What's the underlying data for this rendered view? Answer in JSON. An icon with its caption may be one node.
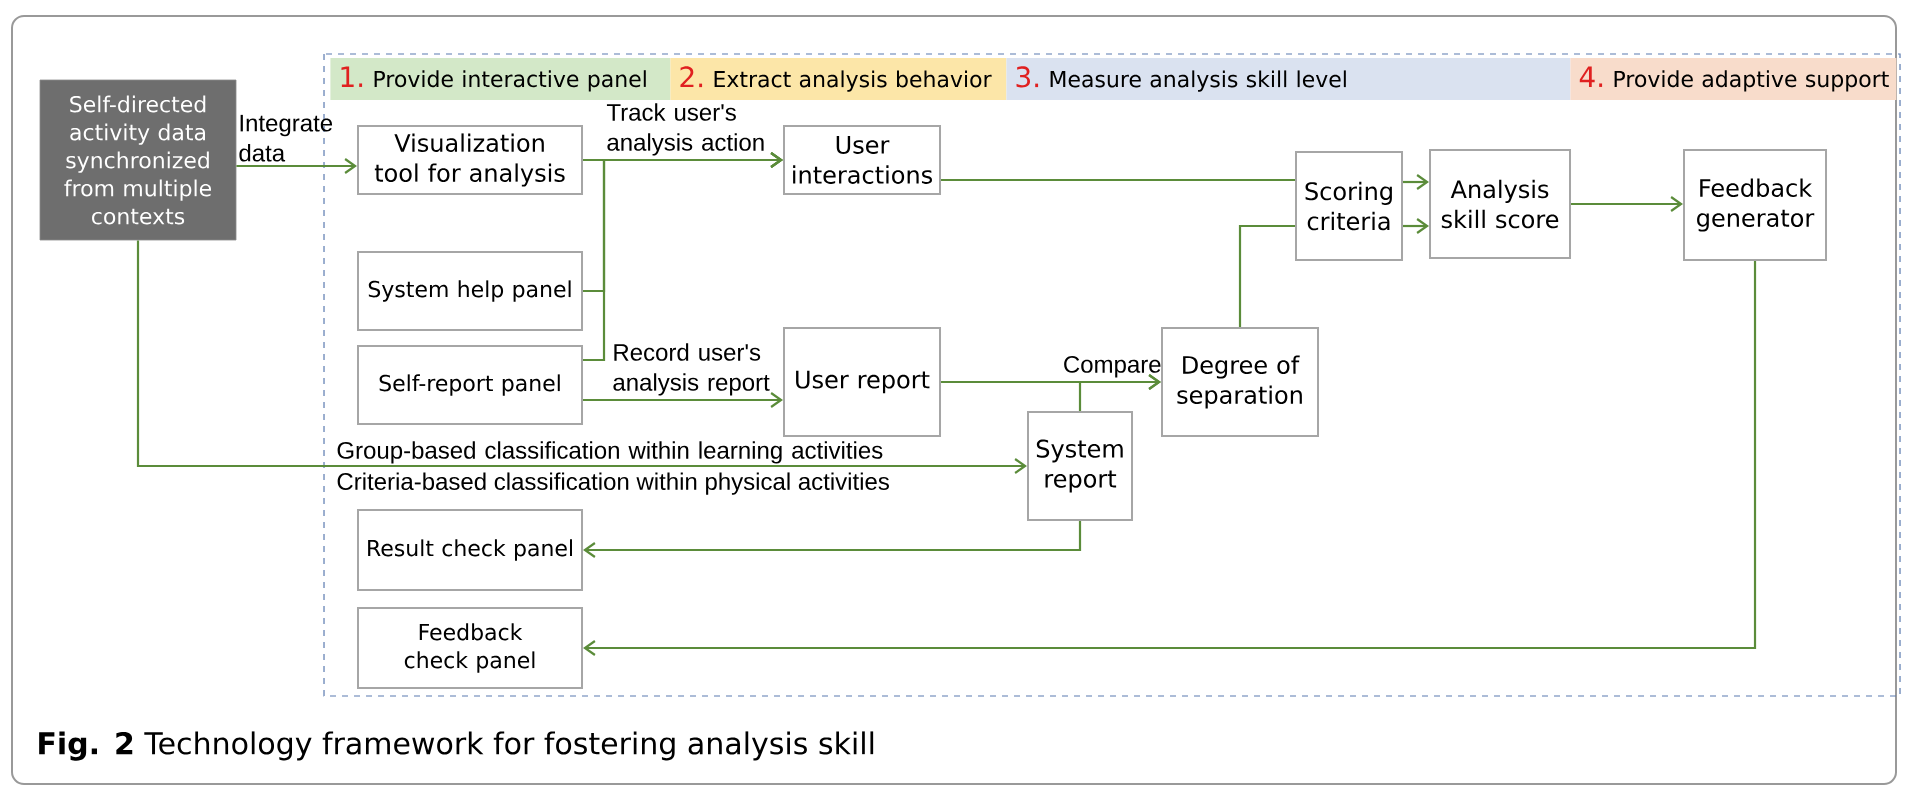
{
  "diagram": {
    "caption": "**Fig. 2** Technology framework for fostering analysis skill",
    "nodes": [
      {
        "text": [
          "1.",
          "Provide interactive panel"
        ]
      },
      {
        "text": [
          "2.",
          "Extract analysis behavior"
        ]
      },
      {
        "text": [
          "3.",
          "Measure analysis skill level"
        ]
      },
      {
        "text": [
          "4.",
          "Provide adaptive support"
        ]
      },
      {
        "text": [
          "Self-directed activity data synchronized from multiple contexts"
        ]
      },
      {
        "text": [
          "Visualization tool for analysis"
        ]
      },
      {
        "text": [
          "System help panel"
        ]
      },
      {
        "text": [
          "Self-report panel"
        ]
      },
      {
        "text": [
          "User interactions"
        ]
      },
      {
        "text": [
          "User report"
        ]
      },
      {
        "text": [
          "Scoring criteria"
        ]
      },
      {
        "text": [
          "Analysis skill score"
        ]
      },
      {
        "text": [
          "Feedback generator"
        ]
      },
      {
        "text": [
          "Degree of separation"
        ]
      },
      {
        "text": [
          "System report"
        ]
      },
      {
        "text": [
          "Result check panel"
        ]
      },
      {
        "text": [
          "Feedback check panel"
        ]
      }
    ],
    "edges": [
      {
        "from": 4,
        "to": 5,
        "arrow": "to",
        "label": "Integrate data"
      },
      {
        "from": 5,
        "to": 8,
        "arrow": "to",
        "label": "Track user's analysis action"
      },
      {
        "from": 6,
        "to": 8,
        "arrow": "to"
      },
      {
        "from": 7,
        "to": 8,
        "arrow": "to"
      },
      {
        "from": 7,
        "to": 9,
        "arrow": "to",
        "label": "Record user's analysis report"
      },
      {
        "from": 8,
        "to": 10,
        "arrow": "none"
      },
      {
        "from": 13,
        "to": 10,
        "arrow": "none"
      },
      {
        "from": 10,
        "to": 11,
        "arrow": "to"
      },
      {
        "from": 10,
        "to": 11,
        "arrow": "to"
      },
      {
        "from": 11,
        "to": 12,
        "arrow": "to"
      },
      {
        "from": 9,
        "to": 13,
        "arrow": "to",
        "label": "Compare"
      },
      {
        "from": 14,
        "to": 13,
        "arrow": "to"
      },
      {
        "from": 4,
        "to": 14,
        "arrow": "to",
        "label": "Group-based classification within learning activities"
      },
      {
        "from": 14,
        "to": 15,
        "arrow": "to"
      },
      {
        "from": 12,
        "to": 16,
        "arrow": "to"
      }
    ],
    "labels": [
      "Criteria-based classification within physical activities"
    ]
  }
}
